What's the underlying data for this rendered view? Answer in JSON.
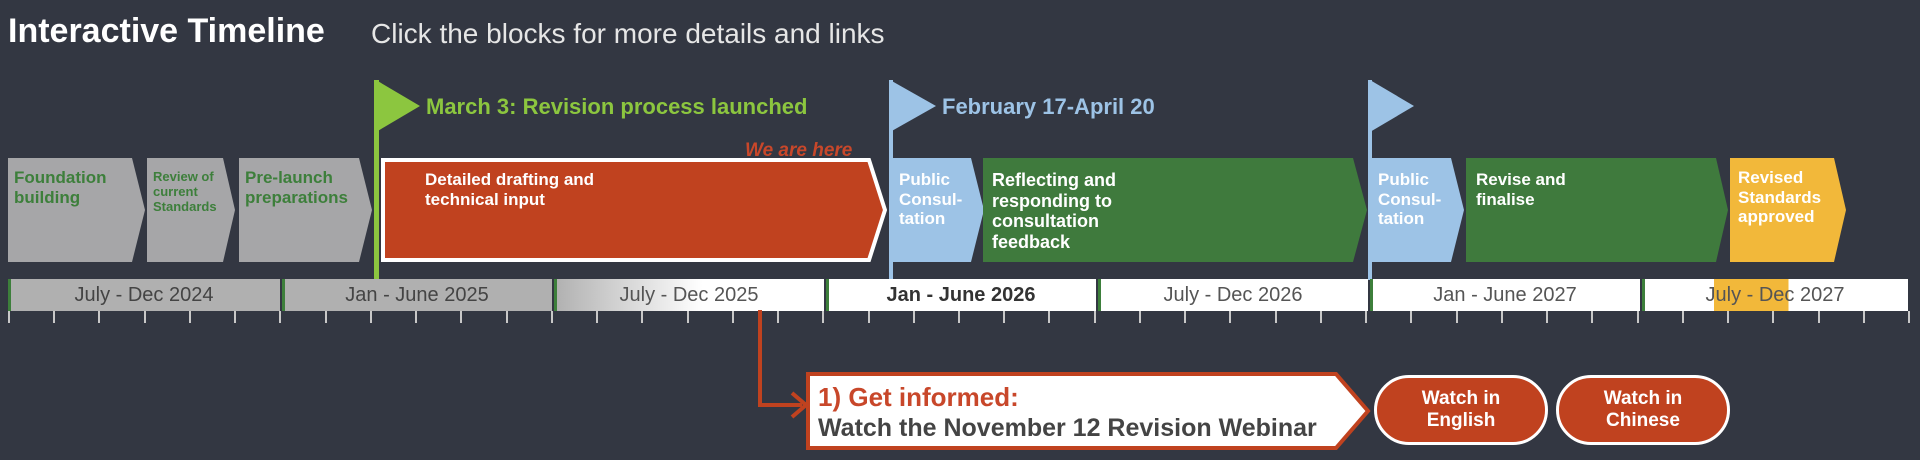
{
  "header": {
    "title": "Interactive Timeline",
    "subtitle": "Click the blocks for more details and links"
  },
  "flags": {
    "launch": "March 3: Revision process launched",
    "consultation1": "February 17-April 20"
  },
  "marker": {
    "we_are_here": "We are here"
  },
  "blocks": [
    {
      "label": "Foundation building"
    },
    {
      "label": "Review of current Standards"
    },
    {
      "label": "Pre-launch preparations"
    },
    {
      "label": "Detailed drafting and technical input"
    },
    {
      "label": "Public Consul-tation"
    },
    {
      "label": "Reflecting and responding to consultation feedback"
    },
    {
      "label": "Public Consul-tation"
    },
    {
      "label": "Revise and finalise"
    },
    {
      "label": "Revised Standards approved"
    }
  ],
  "periods": [
    "July - Dec 2024",
    "Jan - June 2025",
    "July - Dec 2025",
    "Jan - June 2026",
    "July - Dec 2026",
    "Jan - June 2027",
    "July - Dec 2027"
  ],
  "cta": {
    "line1": "1) Get informed:",
    "line2": "Watch the November 12 Revision Webinar",
    "english": [
      "Watch in",
      "English"
    ],
    "chinese": [
      "Watch in",
      "Chinese"
    ]
  },
  "colors": {
    "background": "#333742",
    "past_gray": "#a6a6a8",
    "current_orange": "#c0421f",
    "consult_blue": "#9dc3e6",
    "green": "#3f7a3d",
    "flag_green": "#8cc63f",
    "approved_yellow": "#f2b83a"
  }
}
